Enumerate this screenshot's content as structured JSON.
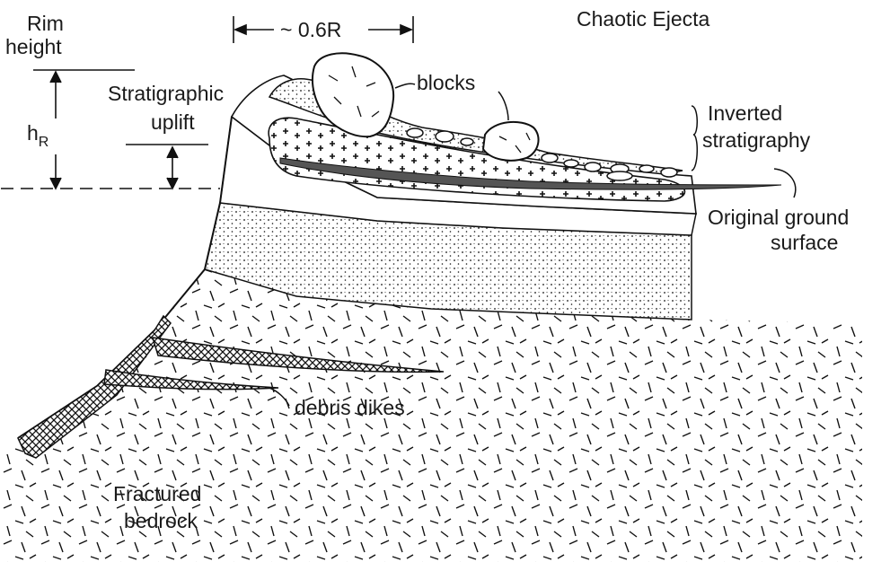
{
  "diagram": {
    "title": "Chaotic Ejecta",
    "labels": {
      "rim_height_line1": "Rim",
      "rim_height_line2": "height",
      "h_main": "h",
      "h_sub": "R",
      "strat_uplift_line1": "Stratigraphic",
      "strat_uplift_line2": "uplift",
      "width_marker": "~ 0.6R",
      "blocks": "blocks",
      "inverted_line1": "Inverted",
      "inverted_line2": "stratigraphy",
      "ground_line1": "Original ground",
      "ground_line2": "surface",
      "debris_dikes": "debris dikes",
      "bedrock_line1": "Fractured",
      "bedrock_line2": "bedrock"
    },
    "colors": {
      "ink": "#1a1a1a",
      "paper": "#ffffff"
    }
  }
}
